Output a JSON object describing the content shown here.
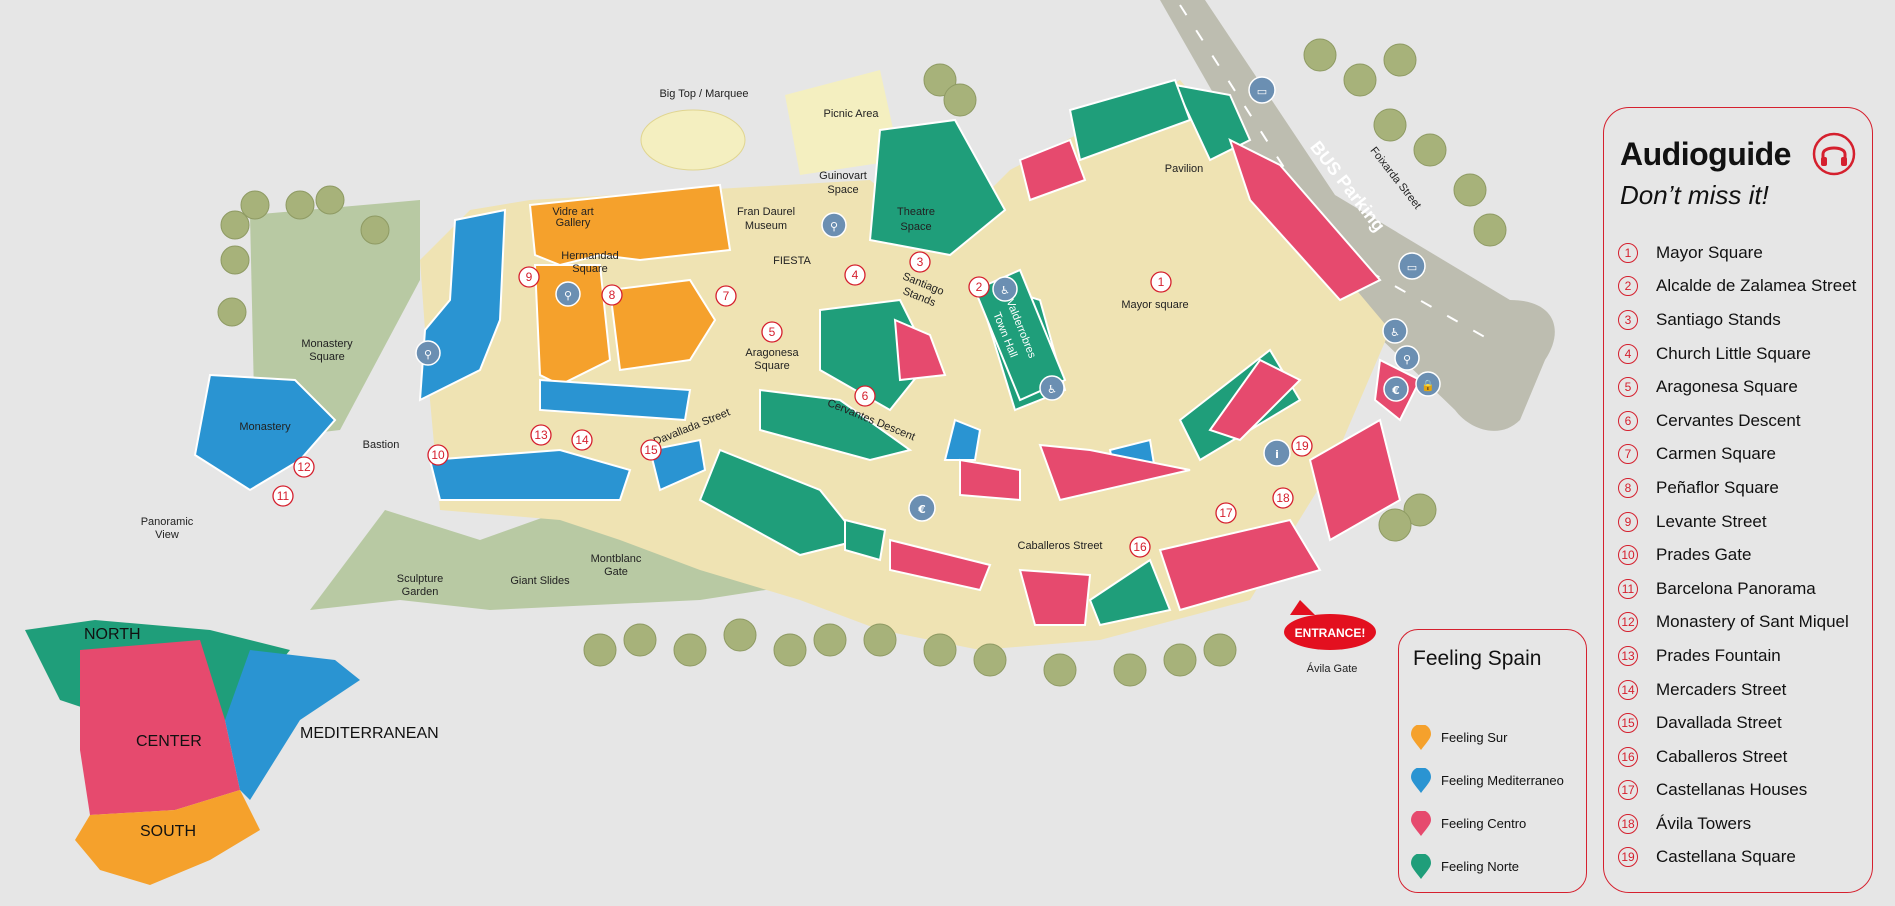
{
  "audioguide": {
    "title": "Audioguide",
    "subtitle": "Don’t miss it!",
    "icon": "headphones-icon",
    "stops": [
      {
        "number": "1",
        "name": "Mayor Square"
      },
      {
        "number": "2",
        "name": "Alcalde de Zalamea Street"
      },
      {
        "number": "3",
        "name": "Santiago Stands"
      },
      {
        "number": "4",
        "name": "Church Little Square"
      },
      {
        "number": "5",
        "name": "Aragonesa Square"
      },
      {
        "number": "6",
        "name": "Cervantes Descent"
      },
      {
        "number": "7",
        "name": "Carmen Square"
      },
      {
        "number": "8",
        "name": "Peñaflor Square"
      },
      {
        "number": "9",
        "name": "Levante Street"
      },
      {
        "number": "10",
        "name": "Prades Gate"
      },
      {
        "number": "11",
        "name": "Barcelona Panorama"
      },
      {
        "number": "12",
        "name": "Monastery of Sant Miquel"
      },
      {
        "number": "13",
        "name": "Prades Fountain"
      },
      {
        "number": "14",
        "name": "Mercaders Street"
      },
      {
        "number": "15",
        "name": "Davallada Street"
      },
      {
        "number": "16",
        "name": "Caballeros Street"
      },
      {
        "number": "17",
        "name": "Castellanas Houses"
      },
      {
        "number": "18",
        "name": "Ávila Towers"
      },
      {
        "number": "19",
        "name": "Castellana Square"
      }
    ]
  },
  "legend": {
    "title": "Feeling Spain",
    "items": [
      {
        "name": "Feeling Sur",
        "color": "#f5a12c"
      },
      {
        "name": "Feeling Mediterraneo",
        "color": "#2a94d2"
      },
      {
        "name": "Feeling Centro",
        "color": "#e64a6e"
      },
      {
        "name": "Feeling Norte",
        "color": "#1f9e7a"
      }
    ]
  },
  "spain_map": {
    "north": "NORTH",
    "center": "CENTER",
    "south": "SOUTH",
    "mediterranean": "MEDITERRANEAN"
  },
  "map_labels": {
    "big_top": "Big Top / Marquee",
    "picnic": "Picnic Area",
    "guinovart_1": "Guinovart",
    "guinovart_2": "Space",
    "fran_1": "Fran Daurel",
    "fran_2": "Museum",
    "theatre_1": "Theatre",
    "theatre_2": "Space",
    "vidre_1": "Vidre art",
    "vidre_2": "Gallery",
    "hermandad_1": "Hermandad",
    "hermandad_2": "Square",
    "fiesta": "FIESTA",
    "santiago_1": "Santiago",
    "santiago_2": "Stands",
    "valderrobres_1": "Valderrobres",
    "valderrobres_2": "Town Hall",
    "mayor_square": "Mayor square",
    "pavilion": "Pavilion",
    "bus_parking": "BUS Parking",
    "foixarda": "Foixarda Street",
    "monastery_square_1": "Monastery",
    "monastery_square_2": "Square",
    "monastery": "Monastery",
    "bastion": "Bastion",
    "aragonesa_1": "Aragonesa",
    "aragonesa_2": "Square",
    "cervantes": "Cervantes Descent",
    "davallada": "Davallada Street",
    "panoramic_1": "Panoramic",
    "panoramic_2": "View",
    "sculpture_1": "Sculpture",
    "sculpture_2": "Garden",
    "giant_slides": "Giant Slides",
    "montblanc_1": "Montblanc",
    "montblanc_2": "Gate",
    "caballeros": "Caballeros Street",
    "entrance": "ENTRANCE!",
    "avila_gate": "Ávila Gate"
  },
  "markers": [
    "1",
    "2",
    "3",
    "4",
    "5",
    "6",
    "7",
    "8",
    "9",
    "10",
    "11",
    "12",
    "13",
    "14",
    "15",
    "16",
    "17",
    "18",
    "19"
  ],
  "facility_icons": {
    "restroom": "restroom-icon",
    "accessible": "wheelchair-icon",
    "bus": "bus-icon",
    "euro": "euro-icon",
    "info": "info-icon",
    "lock": "lock-icon",
    "info_glyph": "i",
    "euro_glyph": "€"
  }
}
